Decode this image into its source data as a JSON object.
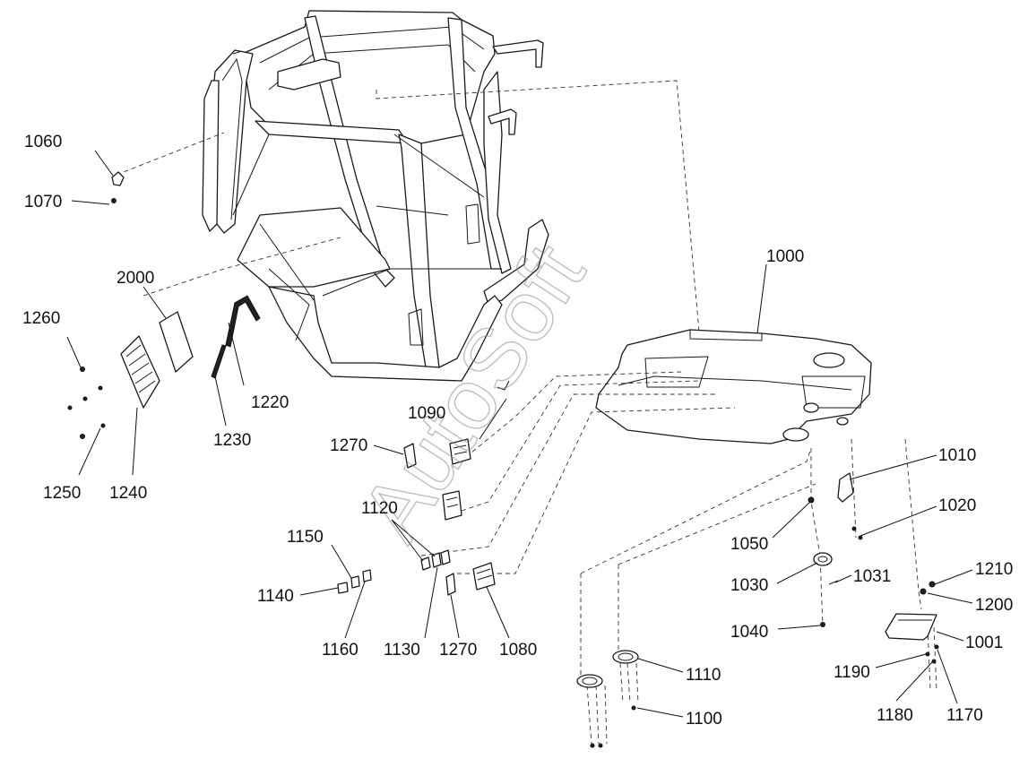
{
  "watermark": "AutoSoft",
  "labels": {
    "p1000": "1000",
    "p1001": "1001",
    "p1010": "1010",
    "p1020": "1020",
    "p1030": "1030",
    "p1031": "1031",
    "p1040": "1040",
    "p1050": "1050",
    "p1060": "1060",
    "p1070": "1070",
    "p1080": "1080",
    "p1090": "1090",
    "p1100": "1100",
    "p1110": "1110",
    "p1120": "1120",
    "p1130": "1130",
    "p1140": "1140",
    "p1150": "1150",
    "p1160": "1160",
    "p1170": "1170",
    "p1180": "1180",
    "p1190": "1190",
    "p1200": "1200",
    "p1210": "1210",
    "p1220": "1220",
    "p1230": "1230",
    "p1240": "1240",
    "p1250": "1250",
    "p1260": "1260",
    "p1270a": "1270",
    "p1270b": "1270",
    "p2000": "2000"
  }
}
